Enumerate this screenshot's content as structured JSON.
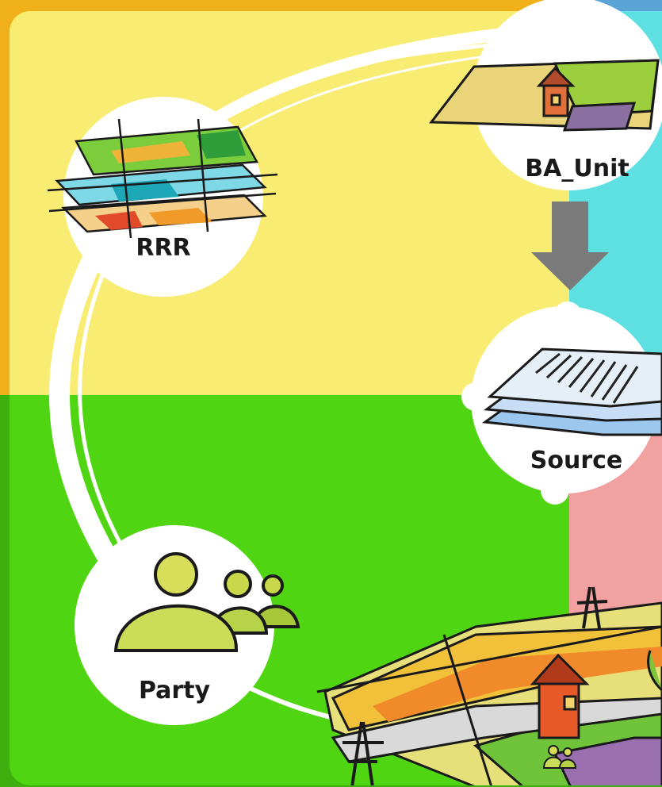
{
  "nodes": {
    "rrr": {
      "label": "RRR",
      "icon": "land-layers-icon"
    },
    "ba_unit": {
      "label": "BA_Unit",
      "icon": "parcel-house-icon"
    },
    "source": {
      "label": "Source",
      "icon": "document-stack-icon"
    },
    "party": {
      "label": "Party",
      "icon": "people-group-icon"
    }
  },
  "quadrant_colors": {
    "top_left": "#f9ec72",
    "top_right": "#5ee0e2",
    "bottom_left": "#4fd512",
    "bottom_right": "#f1a1a0",
    "frame_top": "#efb019",
    "frame_bottom": "#3fae0f",
    "frame_right_top": "#5aa3d6"
  },
  "arrow_color": "#7a7a7a",
  "connector_color": "#ffffff"
}
